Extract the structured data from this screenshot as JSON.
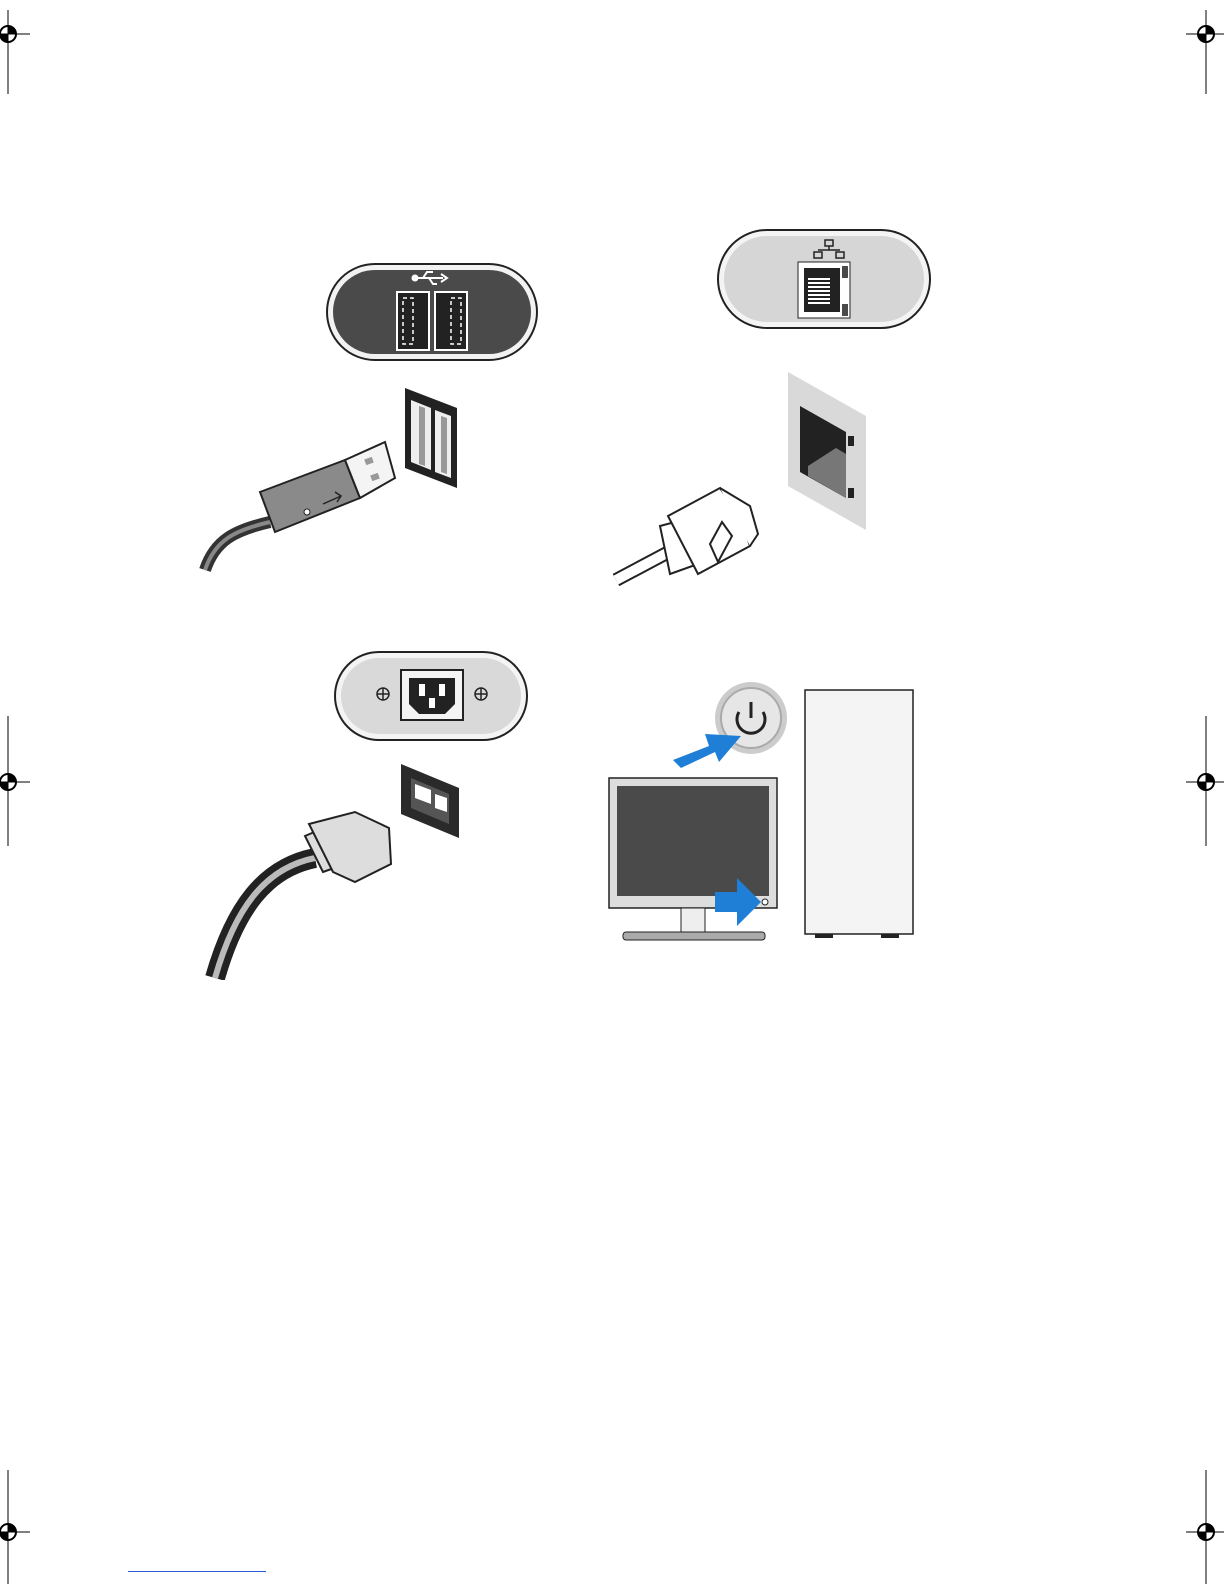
{
  "page": {
    "figures": [
      {
        "id": "usb",
        "icon": "usb-icon"
      },
      {
        "id": "network",
        "icon": "network-icon"
      },
      {
        "id": "power-cable",
        "icon": "power-inlet-icon"
      },
      {
        "id": "power-on",
        "icon": "power-button-icon"
      }
    ],
    "colors": {
      "arrow": "#1f7fd6",
      "dark_panel": "#4a4a4a",
      "light_panel": "#d9d9d9",
      "outline": "#111111"
    }
  }
}
